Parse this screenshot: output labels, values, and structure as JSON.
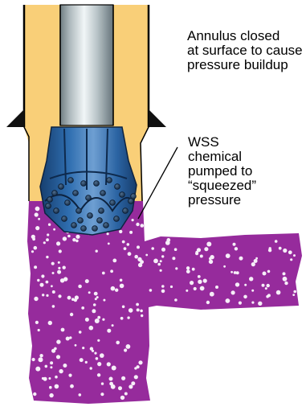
{
  "colors": {
    "wellbore_fill": "#f9cf78",
    "casing_line": "#000000",
    "drillpipe_dark": "#7c8a8e",
    "drillpipe_light": "#e9f0f2",
    "bit_blue": "#2a66a4",
    "bit_blue_dark": "#163f72",
    "chemical_purple": "#962b9c",
    "bubble": "#f6eef8"
  },
  "labels": {
    "annulus": [
      "Annulus closed",
      "at surface to cause",
      "pressure buildup"
    ],
    "wss": [
      "WSS",
      "chemical",
      "pumped to",
      "“squeezed”",
      "pressure"
    ]
  }
}
